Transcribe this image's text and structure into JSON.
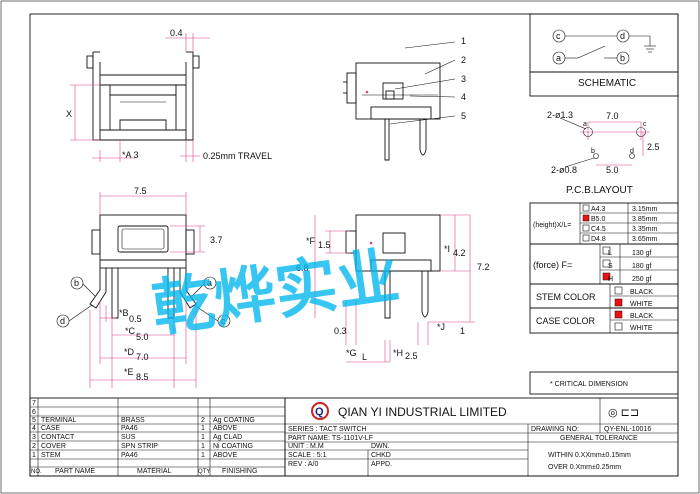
{
  "dims": {
    "top_04": "0.4",
    "x": "X",
    "a3": "*A  3",
    "travel": "0.25mm TRAVEL",
    "w75": "7.5",
    "h37": "3.7",
    "b": "*B",
    "b05": "0.5",
    "c": "*C",
    "c50": "5.0",
    "d": "*D",
    "d70": "7.0",
    "e": "*E",
    "e85": "8.5",
    "f": "*F",
    "f15": "1.5",
    "h68": "6.8",
    "i": "*I",
    "i42": "4.2",
    "h72": "7.2",
    "d03": "0.3",
    "j": "*J",
    "j1": "1",
    "g": "*G",
    "gl": "L",
    "h": "*H",
    "h25": "2.5"
  },
  "callouts": [
    "1",
    "2",
    "3",
    "4",
    "5"
  ],
  "pins": {
    "a": "a",
    "b": "b",
    "c": "c",
    "d": "d"
  },
  "schematic": {
    "title": "SCHEMATIC"
  },
  "pcb": {
    "title": "P.C.B.LAYOUT",
    "hole13": "2-ø1.3",
    "hole08": "2-ø0.8",
    "w70": "7.0",
    "w50": "5.0",
    "h25": "2.5"
  },
  "height_table": {
    "label": "(height)X/L=",
    "rows": [
      {
        "code": "A4.3",
        "value": "3.15mm",
        "checked": false
      },
      {
        "code": "B5.0",
        "value": "3.85mm",
        "checked": true
      },
      {
        "code": "C4.5",
        "value": "3.35mm",
        "checked": false
      },
      {
        "code": "D4.8",
        "value": "3.65mm",
        "checked": false
      }
    ]
  },
  "force_table": {
    "label": "(force) F=",
    "rows": [
      {
        "code": "L",
        "value": "130 gf",
        "checked": false
      },
      {
        "code": "S",
        "value": "180 gf",
        "checked": false
      },
      {
        "code": "H",
        "value": "250 gf",
        "checked": true
      }
    ]
  },
  "stem_color": {
    "label": "STEM COLOR",
    "rows": [
      {
        "value": "BLACK",
        "checked": false
      },
      {
        "value": "WHITE",
        "checked": true
      }
    ]
  },
  "case_color": {
    "label": "CASE COLOR",
    "rows": [
      {
        "value": "BLACK",
        "checked": true
      },
      {
        "value": "WHITE",
        "checked": false
      }
    ]
  },
  "critical": "* CRITICAL  DIMENSION",
  "watermark": "乾烨实业",
  "bom": {
    "rows": [
      {
        "no": "7",
        "part": "",
        "material": "",
        "qty": "",
        "finish": ""
      },
      {
        "no": "6",
        "part": "",
        "material": "",
        "qty": "",
        "finish": ""
      },
      {
        "no": "5",
        "part": "TERMINAL",
        "material": "BRASS",
        "qty": "2",
        "finish": "Ag COATING"
      },
      {
        "no": "4",
        "part": "CASE",
        "material": "PA46",
        "qty": "1",
        "finish": "ABOVE"
      },
      {
        "no": "3",
        "part": "CONTACT",
        "material": "SUS",
        "qty": "1",
        "finish": "Ag CLAD"
      },
      {
        "no": "2",
        "part": "COVER",
        "material": "SPN STRIP",
        "qty": "1",
        "finish": "Ni COATING"
      },
      {
        "no": "1",
        "part": "STEM",
        "material": "PA46",
        "qty": "1",
        "finish": "ABOVE"
      }
    ],
    "header": {
      "no": "NO.",
      "part": "PART NAME",
      "material": "MATERIAL",
      "qty": "QTY",
      "finish": "FINISHING"
    }
  },
  "title_block": {
    "company": "QIAN YI INDUSTRIAL LIMITED",
    "logo_letter": "Q",
    "series": "SERIES : TACT SWITCH",
    "part_name": "PART NAME: TS-1101V-LF",
    "unit": "UNIT : M.M",
    "dwn": "DWN.",
    "scale": "SCALE : 5:1",
    "chkd": "CHKD",
    "rev": "REV  : A/0",
    "appd": "APPD.",
    "drawing_no_label": "DRAWING NO:",
    "drawing_no": "QY-ENL-10016",
    "tolerance_title": "GENERAL TOLERANCE",
    "tol1": "WITHIN  0.XXmm±0.15mm",
    "tol2": "OVER   0.Xmm±0.25mm"
  }
}
